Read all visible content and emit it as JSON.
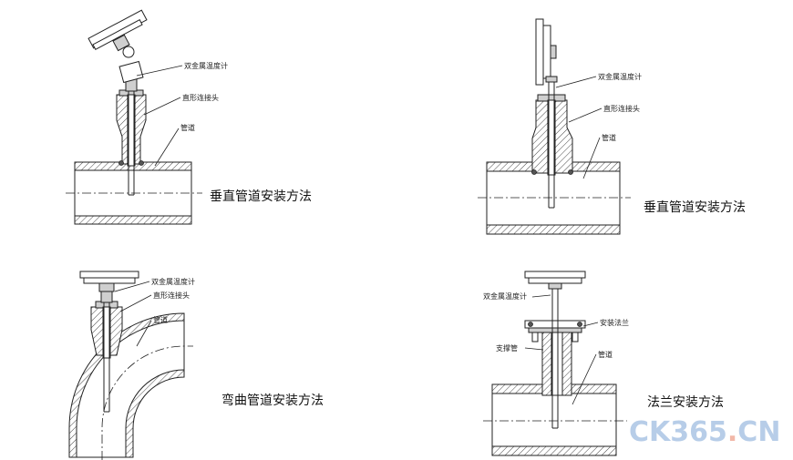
{
  "panels": [
    {
      "id": "vertical-a",
      "caption": "垂直管道安装方法",
      "labels": {
        "thermometer": "双金属温度计",
        "connector": "直形连接头",
        "pipe": "管道"
      }
    },
    {
      "id": "vertical-b",
      "caption": "垂直管道安装方法",
      "labels": {
        "thermometer": "双金属温度计",
        "connector": "直形连接头",
        "pipe": "管道"
      }
    },
    {
      "id": "bent",
      "caption": "弯曲管道安装方法",
      "labels": {
        "thermometer": "双金属温度计",
        "connector": "直形连接头",
        "pipe": "管道"
      }
    },
    {
      "id": "flange",
      "caption": "法兰安装方法",
      "labels": {
        "thermometer": "双金属温度计",
        "flange": "安装法兰",
        "support": "支撑管",
        "pipe": "管道"
      }
    }
  ],
  "watermark": {
    "part1": "CK365",
    "dot": ".",
    "part2": "CN"
  }
}
